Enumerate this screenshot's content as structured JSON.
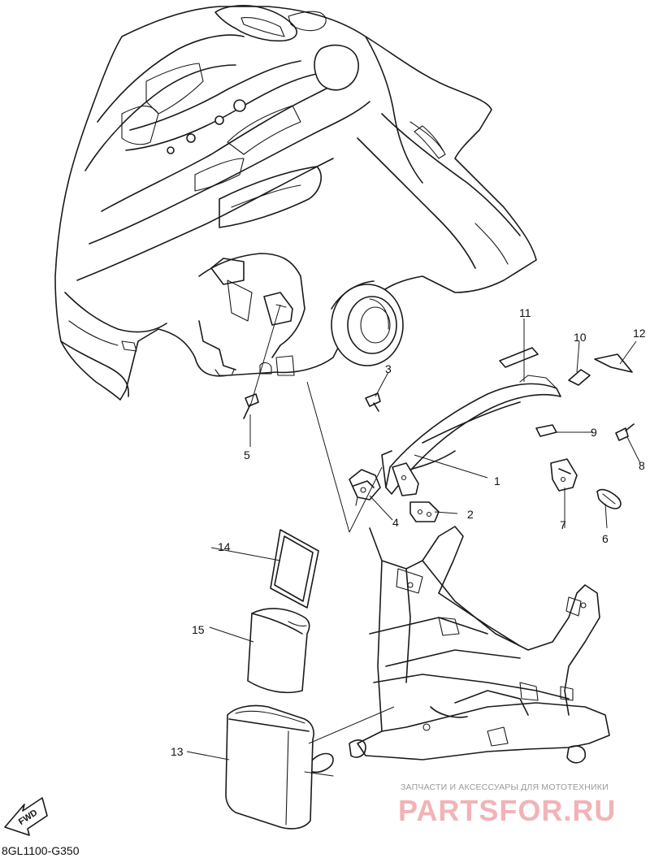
{
  "diagram": {
    "callouts": [
      "1",
      "2",
      "3",
      "4",
      "5",
      "6",
      "7",
      "8",
      "9",
      "10",
      "11",
      "12",
      "13",
      "14",
      "15"
    ],
    "fwd_label": "FWD",
    "drawing_code": "8GL1100-G350"
  },
  "watermark": {
    "caption": "ЗАПЧАСТИ И АКСЕССУАРЫ ДЛЯ МОТОТЕХНИКИ",
    "brand": "PARTSFOR.RU",
    "brand_color": "#f2b3b6"
  }
}
